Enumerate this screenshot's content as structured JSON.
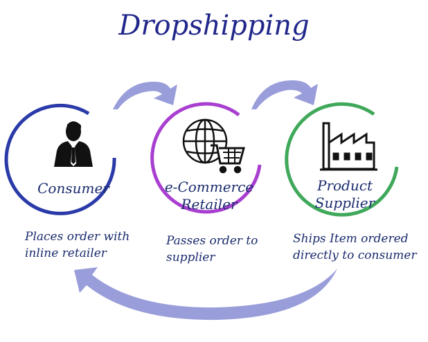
{
  "title": "Dropshipping",
  "nodes": [
    {
      "label": "Consumer",
      "description": "Places order with\ninline retailer",
      "color": "#2a3aa8",
      "icon": "person-icon"
    },
    {
      "label": "e-Commerce\nRetailer",
      "description": "Passes order to\nsupplier",
      "color": "#a83fd0",
      "icon": "globe-cart-icon"
    },
    {
      "label": "Product\nSupplier",
      "description": "Ships Item ordered\ndirectly to consumer",
      "color": "#3fa85a",
      "icon": "factory-icon"
    }
  ],
  "arrow_color": "#8e93d6"
}
